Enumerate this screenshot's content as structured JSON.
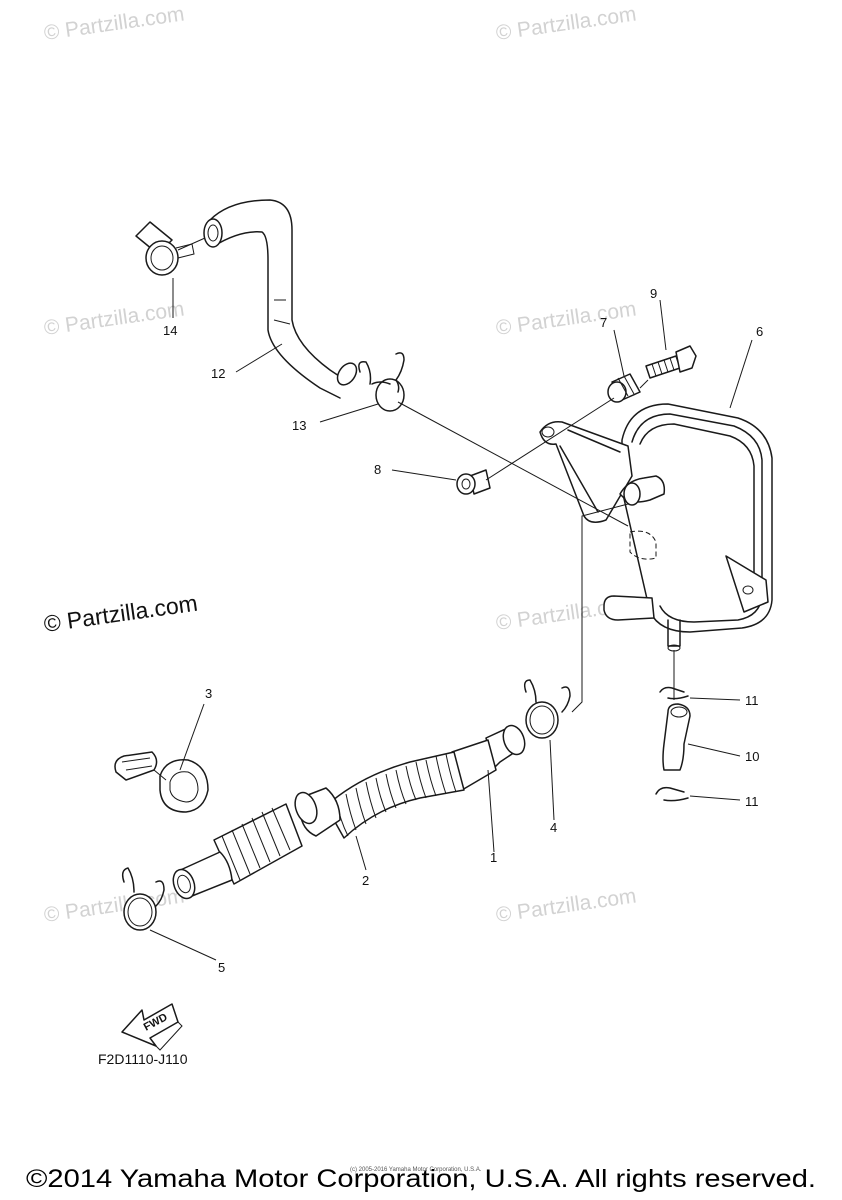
{
  "watermark": {
    "text": "© Partzilla.com"
  },
  "callouts": [
    "1",
    "2",
    "3",
    "4",
    "5",
    "6",
    "7",
    "8",
    "9",
    "10",
    "11",
    "11",
    "12",
    "13",
    "14"
  ],
  "direction_arrow_label": "FWD",
  "diagram_code": "F2D1110-J110",
  "small_copyright": "(c) 2005-2016 Yamaha Motor Corporation, U.S.A.",
  "footer_copyright": "©2014 Yamaha Motor Corporation, U.S.A. All rights reserved."
}
